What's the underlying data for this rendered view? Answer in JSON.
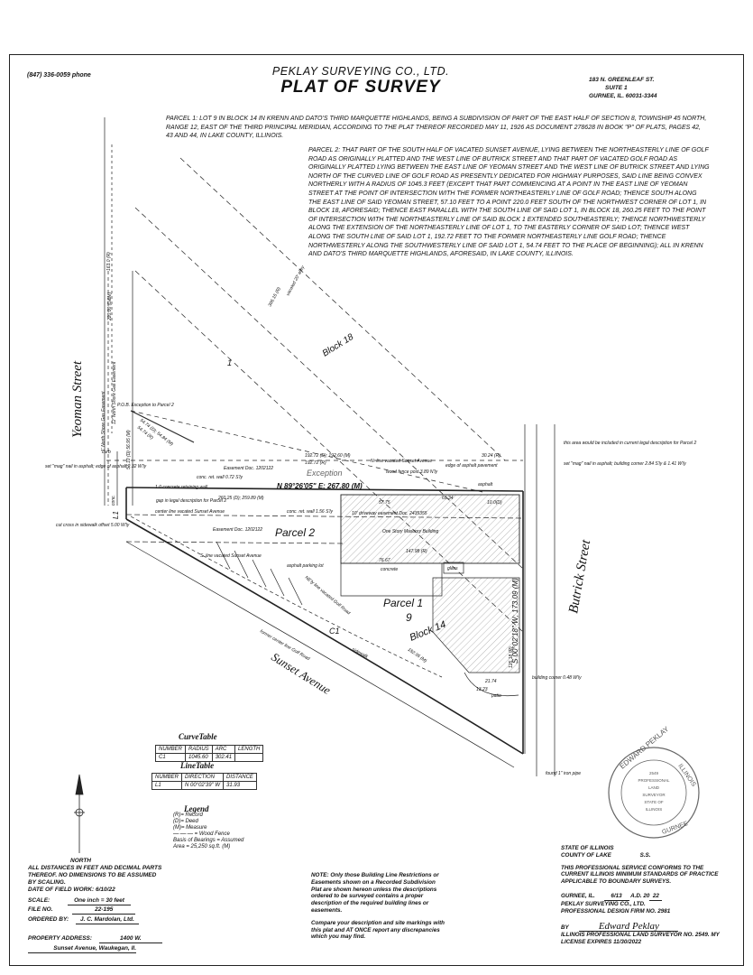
{
  "header": {
    "phone": "(847) 336-0059 phone",
    "company": "PEKLAY SURVEYING CO., LTD.",
    "title": "PLAT OF SURVEY",
    "address_line1": "183 N. GREENLEAF ST.",
    "address_line2": "SUITE 1",
    "address_line3": "GURNEE, IL. 60031-3344"
  },
  "legal": {
    "parcel1": "PARCEL 1: LOT 9 IN BLOCK 14 IN KRENN AND DATO'S THIRD MARQUETTE HIGHLANDS, BEING A SUBDIVISION OF PART OF THE EAST HALF OF SECTION 8, TOWNSHIP 45 NORTH, RANGE 12, EAST OF THE THIRD PRINCIPAL MERIDIAN, ACCORDING TO THE PLAT THEREOF RECORDED MAY 11, 1926 AS DOCUMENT 278628 IN BOOK \"P\" OF PLATS, PAGES 42, 43 AND 44, IN LAKE COUNTY, ILLINOIS.",
    "parcel2": "PARCEL 2: THAT PART OF THE SOUTH HALF OF VACATED SUNSET AVENUE, LYING BETWEEN THE NORTHEASTERLY LINE OF GOLF ROAD AS ORIGINALLY PLATTED AND THE WEST LINE OF BUTRICK STREET AND THAT PART OF VACATED GOLF ROAD AS ORIGINALLY PLATTED LYING BETWEEN THE EAST LINE OF YEOMAN STREET AND THE WEST LINE OF BUTRICK STREET AND LYING NORTH OF THE CURVED LINE OF GOLF ROAD AS PRESENTLY DEDICATED FOR HIGHWAY PURPOSES, SAID LINE BEING CONVEX NORTHERLY WITH A RADIUS OF 1045.3 FEET (EXCEPT THAT PART COMMENCING AT A POINT IN THE EAST LINE OF YEOMAN STREET AT THE POINT OF INTERSECTION WITH THE FORMER NORTHEASTERLY LINE OF GOLF ROAD; THENCE SOUTH ALONG THE EAST LINE OF SAID YEOMAN STREET, 57.10 FEET TO A POINT 220.0 FEET SOUTH OF THE NORTHWEST CORNER OF LOT 1, IN BLOCK 18, AFORESAID; THENCE EAST PARALLEL WITH THE SOUTH LINE OF SAID LOT 1, IN BLOCK 18, 260.25 FEET TO THE POINT OF INTERSECTION WITH THE NORTHEASTERLY LINE OF SAID BLOCK 1 EXTENDED SOUTHEASTERLY; THENCE NORTHWESTERLY ALONG THE EXTENSION OF THE NORTHEASTERLY LINE OF LOT 1, TO THE EASTERLY CORNER OF SAID LOT; THENCE WEST ALONG THE SOUTH LINE OF SAID LOT 1, 192.72 FEET TO THE FORMER NORTHEASTERLY LINE GOLF ROAD; THENCE NORTHWESTERLY ALONG THE SOUTHWESTERLY LINE OF SAID LOT 1, 54.74 FEET TO THE PLACE OF BEGINNING); ALL IN KRENN AND DATO'S THIRD MARQUETTE HIGHLANDS, AFORESAID, IN LAKE COUNTY, ILLINOIS."
  },
  "plat": {
    "street_yeoman": "Yeoman Street",
    "street_butrick": "Butrick Street",
    "street_sunset": "Sunset Avenue",
    "block18": "Block 18",
    "block14": "Block 14",
    "lot1": "1",
    "parcel1": "Parcel 1",
    "lot9": "9",
    "parcel2": "Parcel 2",
    "exception": "Exception",
    "north_bearing": "N 89°26'05\" E; 267.80 (M)",
    "east_bearing": "S 00°02'18\" W; 173.09 (M)",
    "vacated_alley": "vacated 20' alley",
    "alley_dim": "306.15 (R)",
    "dim_top1": "192.72 (D); 192.60 (M)",
    "dim_top2": "192.72 (R)",
    "dim_top3": "N. line vacated Sunset Avenue",
    "dim_top4": "30.24 (R)",
    "edge_asphalt": "edge of asphalt pavement",
    "easement1": "Easement Doc. 1202122",
    "easement2": "Easement Doc. 1202122",
    "wall1": "conc. ret. wall 0.72 S'ly",
    "wall2": "1.0 concrete retaining wall",
    "fence": "wood fence post 3.89 N'ly",
    "dim_260": "260.25 (D); 259.89 (M)",
    "gap": "gap in legal description for Parcel 2",
    "center_sunset": "center line vacated Sunset Avenue",
    "wall3": "conc. ret. wall 1.56 S'ly",
    "driveway": "10' driveway easement Doc. 2435355",
    "building": "One Story Masonry Building",
    "dim_147": "147.98 (R)",
    "dim_7667": "76.67",
    "dim_5775": "57.75",
    "dim_6534": "65.34",
    "dim_1000": "10.0(D)",
    "s_line_sunset": "S. line vacated Sunset Avenue",
    "parking": "asphalt parking lot",
    "ne_golf": "NE'ly line vacated Golf Road",
    "concrete": "concrete",
    "glass": "glass",
    "c1": "C1",
    "sidewalk": "sidewalk",
    "former_center": "former center line Golf Road",
    "dim_curve": "182.95 (M)",
    "dim_12518": "125.18 (R)",
    "dim_2174": "21.74",
    "corner_bldg": "building corner 0.48 W'ly",
    "patio": "patio",
    "dim_1323": "13.23",
    "found_pipe": "found 1\" iron pipe",
    "gas_easement": "12' North Shore Gas Easement",
    "gas_easement2": "1' North Shore Gas Easement",
    "dim_220": "220.00 (D&M)",
    "dim_163": "163.0 (R)",
    "pob": "P.O.B. Exception to Parcel 2",
    "mag_nail_left": "set \"mag\" nail in asphalt; edge of asphalt 2.32 W'ly",
    "mag_nail_right": "set \"mag\" nail in asphalt; building corner 2.84 S'ly & 1.41 W'ly",
    "note_area": "this area would be included in current legal description for Parcel 2",
    "cut_cross": "cut cross in sidewalk offset 5.00 W'ly",
    "dim_5474": "54.74 (D); 54.84 (M)",
    "dim_5474r": "54.74 (R)",
    "dim_5710": "57.10 (D) 56.95 (M)",
    "curb": "curb",
    "l1": "L1",
    "conc": "conc.",
    "asphalt": "asphalt"
  },
  "curve_table": {
    "title": "CurveTable",
    "headers": [
      "NUMBER",
      "RADIUS",
      "ARC",
      "LENGTH"
    ],
    "row": [
      "C1",
      "1045.60",
      "302.41",
      ""
    ]
  },
  "line_table": {
    "title": "LineTable",
    "headers": [
      "NUMBER",
      "DIRECTION",
      "DISTANCE"
    ],
    "row": [
      "L1",
      "N 00°02'39\" W",
      "31.93"
    ]
  },
  "legend": {
    "title": "Legend",
    "r": "(R)= Record",
    "d": "(D)= Deed",
    "m": "(M)= Measure",
    "fence": "= Wood Fence",
    "bearings": "Basis of Bearings = Assumed",
    "area": "Area = 25,250 sq.ft. (M)"
  },
  "footer": {
    "north": "NORTH",
    "note_scaling": "ALL DISTANCES IN FEET AND DECIMAL PARTS THEREOF. NO DIMENSIONS TO BE ASSUMED BY SCALING.",
    "field_work_label": "DATE OF FIELD WORK:",
    "field_work": "6/10/22",
    "scale_label": "SCALE:",
    "scale": "One inch = 30 feet",
    "file_label": "FILE NO.",
    "file": "22-195",
    "ordered_label": "ORDERED BY:",
    "ordered": "J. C. Mardolan, Ltd.",
    "address_label": "PROPERTY ADDRESS:",
    "address1": "1400 W.",
    "address2": "Sunset Avenue, Waukegan, Il."
  },
  "notes": {
    "block1": "NOTE: Only those Building Line Restrictions or Easements shown on a Recorded Subdivision Plat are shown hereon unless the descriptions ordered to be surveyed contains a proper description of the required building lines or easements.",
    "block2": "Compare your description and site markings with this plat and AT ONCE report any discrepancies which you may find."
  },
  "cert": {
    "state": "STATE OF ILLINOIS",
    "county": "COUNTY OF LAKE",
    "ss": "S.S.",
    "text": "THIS PROFESSIONAL SERVICE CONFORMS TO THE CURRENT ILLINOIS MINIMUM STANDARDS OF PRACTICE APPLICABLE TO BOUNDARY SURVEYS.",
    "place": "GURNEE, IL.",
    "date_md": "6/13",
    "ad": "A.D. 20",
    "year": "22",
    "firm": "PEKLAY SURVEYING CO., LTD.",
    "design": "PROFESSIONAL DESIGN FIRM NO. 2981",
    "by": "BY",
    "signature": "Edward Peklay",
    "surveyor": "ILLINOIS PROFESSIONAL LAND SURVEYOR NO. 2549. MY LICENSE EXPIRES 11/30/2022"
  },
  "seal": {
    "top": "EDWARD PEKLAY",
    "right": "ILLINOIS",
    "bottom": "GURNEE",
    "center1": "2549",
    "center2": "PROFESSIONAL",
    "center3": "LAND",
    "center4": "SURVEYOR",
    "center5": "STATE OF",
    "center6": "ILLINOIS"
  }
}
